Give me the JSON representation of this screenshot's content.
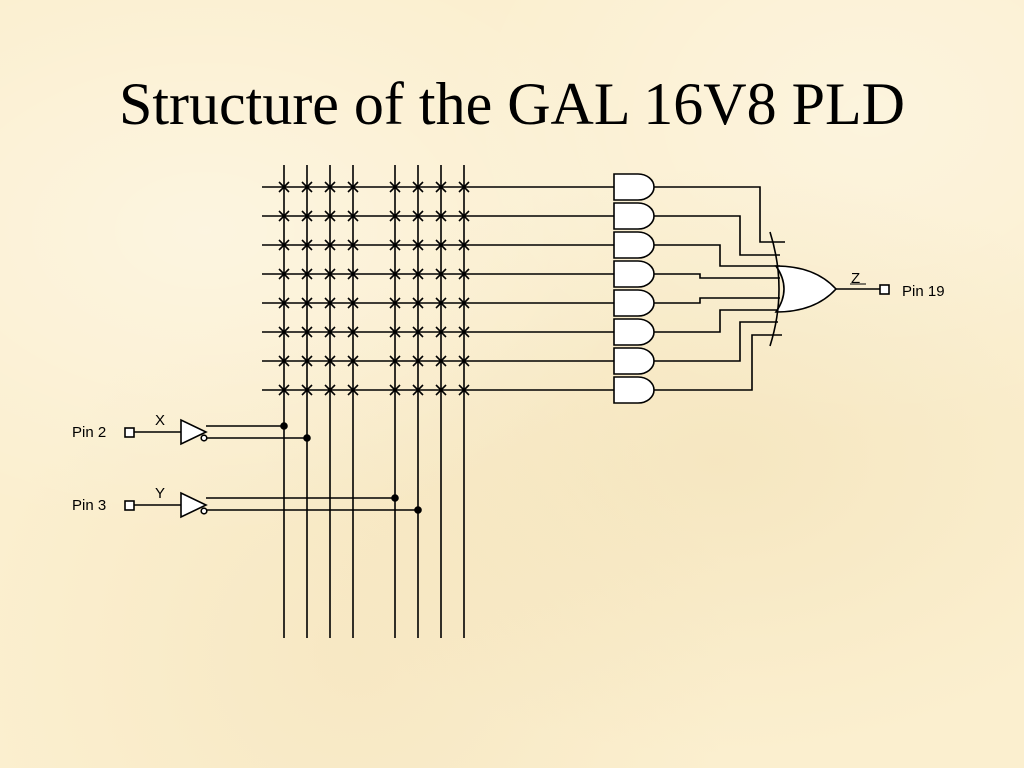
{
  "slide": {
    "title": "Structure of the GAL 16V8 PLD"
  },
  "diagram": {
    "inputs": [
      {
        "pin_label": "Pin 2",
        "signal_label": "X"
      },
      {
        "pin_label": "Pin 3",
        "signal_label": "Y"
      }
    ],
    "output": {
      "pin_label": "Pin 19",
      "signal_label": "Z"
    },
    "and_gate_count": 8,
    "product_term_lines": 8,
    "input_columns": 8
  }
}
